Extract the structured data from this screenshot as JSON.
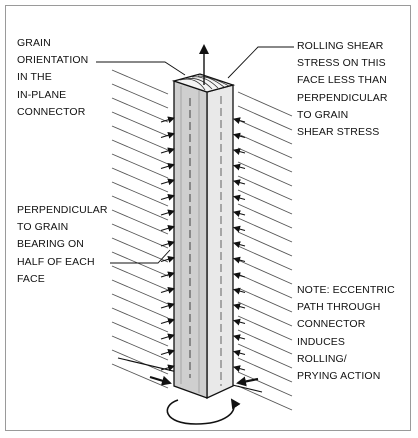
{
  "diagram": {
    "labels": {
      "grain_orientation": [
        "GRAIN",
        "ORIENTATION",
        "IN THE",
        "IN-PLANE",
        "CONNECTOR"
      ],
      "rolling_shear": [
        "ROLLING SHEAR",
        "STRESS ON THIS",
        "FACE LESS THAN",
        "PERPENDICULAR",
        "TO GRAIN",
        "SHEAR STRESS"
      ],
      "perpendicular_bearing": [
        "PERPENDICULAR",
        "TO GRAIN",
        "BEARING ON",
        "HALF OF EACH",
        "FACE"
      ],
      "note": [
        "NOTE: ECCENTRIC",
        "PATH THROUGH",
        "CONNECTOR",
        "INDUCES",
        "ROLLING/",
        "PRYING ACTION"
      ]
    }
  }
}
